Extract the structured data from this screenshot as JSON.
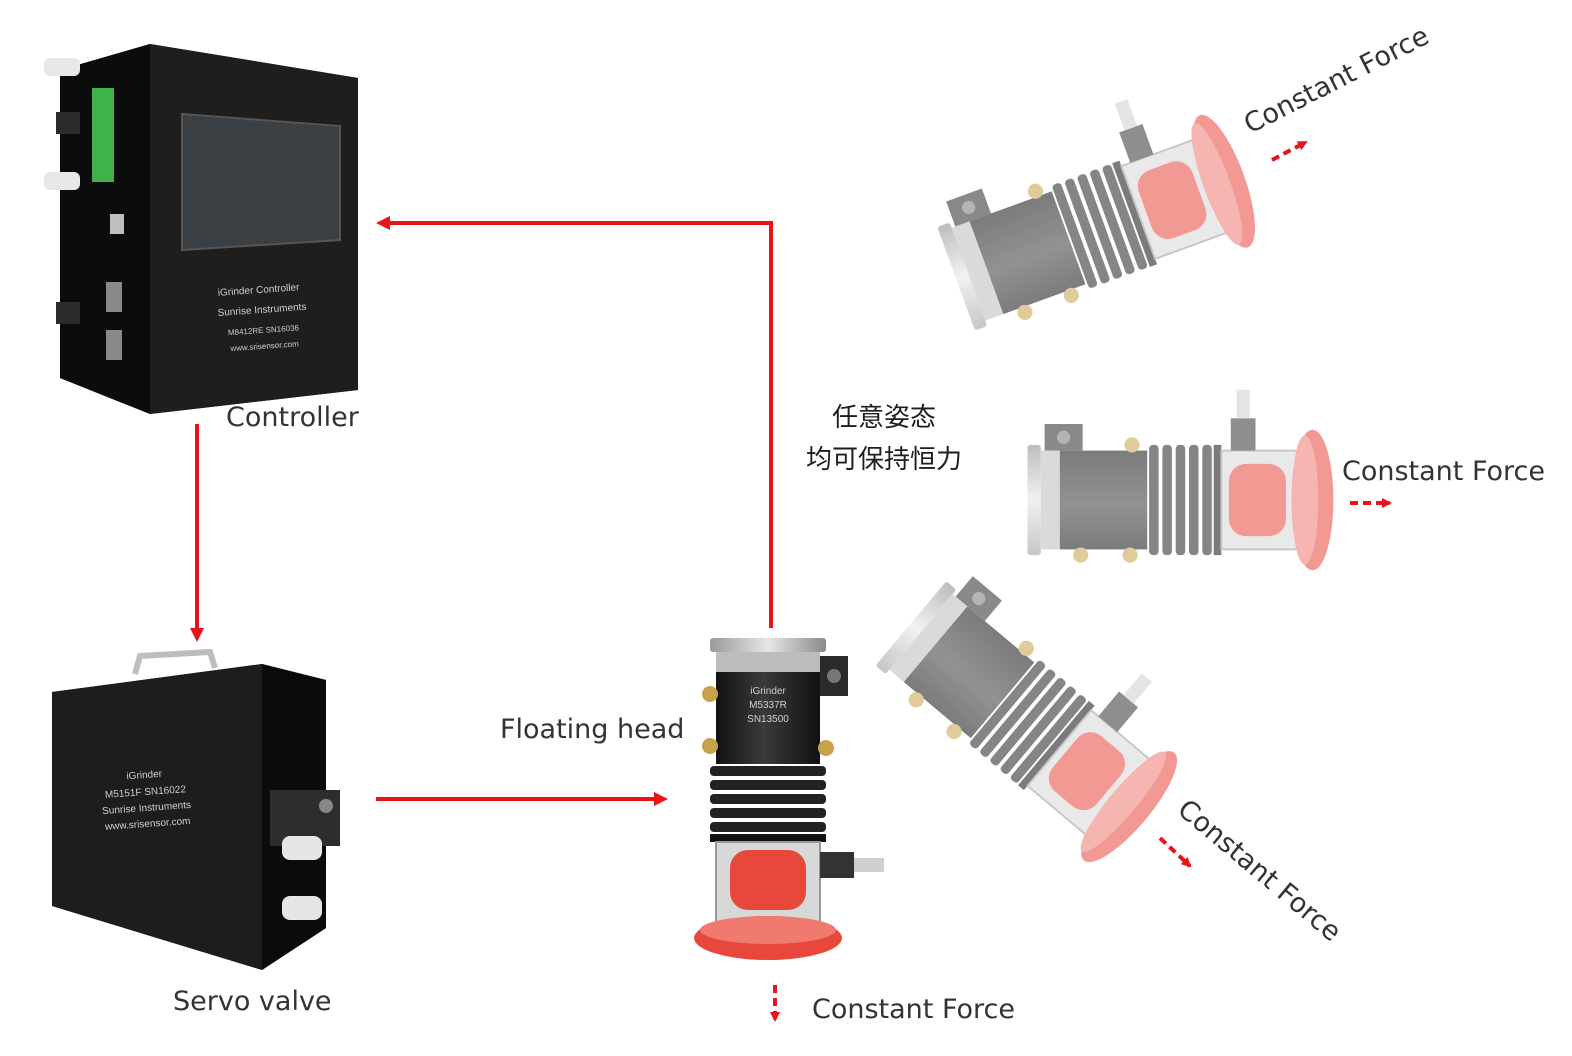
{
  "labels": {
    "controller": "Controller",
    "servo_valve": "Servo valve",
    "floating_head": "Floating head",
    "any_posture_line1": "任意姿态",
    "any_posture_line2": "均可保持恒力"
  },
  "force_labels": {
    "bottom": "Constant Force",
    "upper_right": "Constant Force",
    "middle_right": "Constant Force",
    "lower_right": "Constant Force"
  },
  "controller_face": {
    "line1": "iGrinder Controller",
    "line2": "Sunrise Instruments",
    "line3": "M8412RE SN16036",
    "line4": "www.srisensor.com"
  },
  "servo_face": {
    "line1": "iGrinder",
    "line2": "M5151F SN16022",
    "line3": "Sunrise Instruments",
    "line4": "www.srisensor.com"
  },
  "head_face": {
    "line1": "iGrinder",
    "line2": "M5337R",
    "line3": "SN13500"
  },
  "colors": {
    "arrow": "#e8131b",
    "device_body": "#1c1c1c",
    "pad_red": "#e8473c",
    "text": "#333333"
  }
}
